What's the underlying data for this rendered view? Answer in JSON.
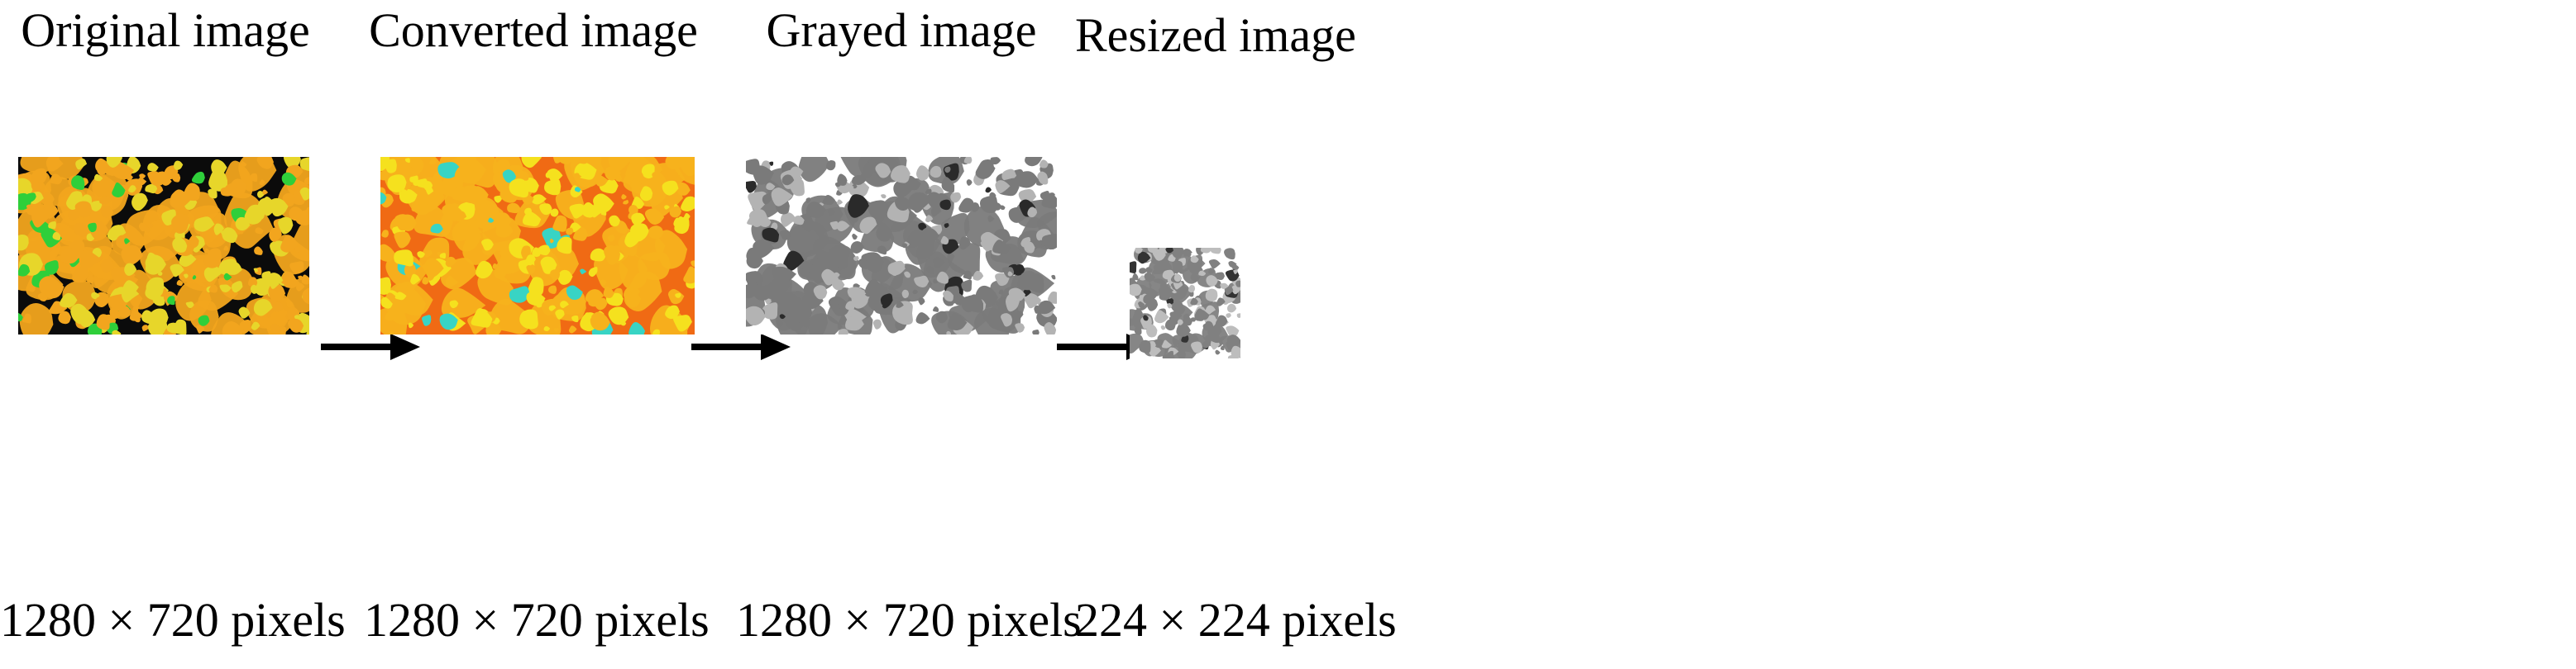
{
  "stages": [
    {
      "id": "original",
      "title": "Original image",
      "dimensions": "1280 × 720 pixels",
      "palette": {
        "background": "#0b0b0b",
        "primary": "#f2a51e",
        "secondary": "#e7d62a",
        "accent": "#2fcf3a"
      }
    },
    {
      "id": "converted",
      "title": "Converted image",
      "dimensions": "1280 × 720 pixels",
      "palette": {
        "background": "#f06a14",
        "primary": "#f7b21c",
        "secondary": "#f5e11e",
        "accent": "#38d4c4"
      }
    },
    {
      "id": "grayed",
      "title": "Grayed image",
      "dimensions": "1280 × 720 pixels",
      "palette": {
        "background": "#ffffff",
        "primary": "#7a7a7a",
        "secondary": "#b3b3b3",
        "accent": "#2a2a2a"
      }
    },
    {
      "id": "resized",
      "title": "Resized image",
      "dimensions": "224 × 224 pixels",
      "palette": {
        "background": "#ffffff",
        "primary": "#808080",
        "secondary": "#bdbdbd",
        "accent": "#333333"
      }
    }
  ],
  "arrow_color": "#000000",
  "arrow_icon": "right-arrow-icon"
}
